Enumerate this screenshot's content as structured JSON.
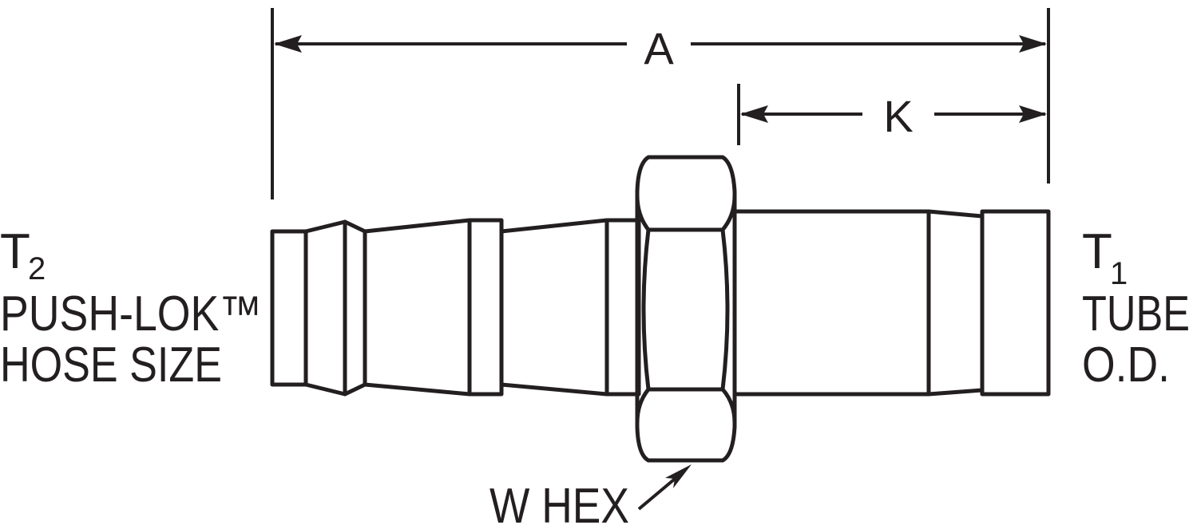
{
  "diagram": {
    "dimensions": {
      "a": "A",
      "k": "K",
      "w_hex": "W HEX"
    },
    "left_label": {
      "symbol": "T",
      "subscript": "2",
      "line1": "PUSH-LOK™",
      "line2": "HOSE SIZE"
    },
    "right_label": {
      "symbol": "T",
      "subscript": "1",
      "line1": "TUBE",
      "line2": "O.D."
    },
    "colors": {
      "ink": "#231f20",
      "background": "#ffffff"
    }
  }
}
